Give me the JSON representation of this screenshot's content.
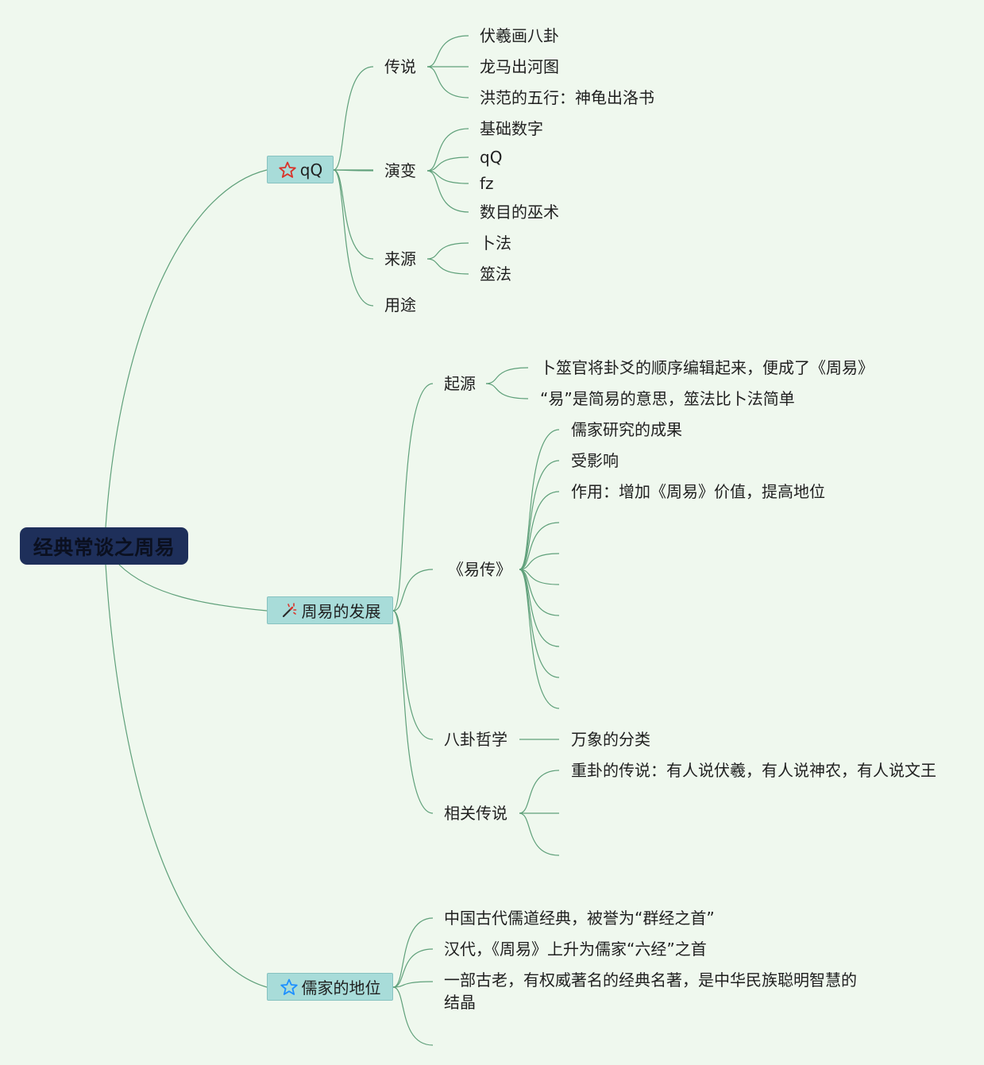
{
  "root": "经典常谈之周易",
  "icons": {
    "topic1": "star-outline-icon",
    "topic2": "magic-wand-icon",
    "topic3": "star-outline-icon"
  },
  "colors": {
    "background": "#eff8ee",
    "root": "#1e2f5a",
    "topic": "#a8dcd9",
    "line": "#5fa07a",
    "star_red": "#d9342b",
    "star_blue": "#1e90ff"
  },
  "topic1": {
    "label": "qQ",
    "branches": [
      {
        "label": "传说",
        "children": [
          "伏羲画八卦",
          "龙马出河图",
          "洪范的五行：神龟出洛书"
        ]
      },
      {
        "label": "演变",
        "children": [
          "基础数字",
          "qQ",
          "fz",
          "数目的巫术"
        ]
      },
      {
        "label": "来源",
        "children": [
          "卜法",
          "筮法"
        ]
      },
      {
        "label": "用途",
        "children": []
      }
    ]
  },
  "topic2": {
    "label": "周易的发展",
    "branches": [
      {
        "label": "起源",
        "children": [
          "卜筮官将卦爻的顺序编辑起来，便成了《周易》",
          "“易”是简易的意思，筮法比卜法简单"
        ]
      },
      {
        "label": "《易传》",
        "children": [
          "儒家研究的成果",
          "受影响",
          "作用：增加《周易》价值，提高地位",
          "",
          "",
          "",
          "",
          "",
          "",
          ""
        ]
      },
      {
        "label": "八卦哲学",
        "children": [
          "万象的分类"
        ]
      },
      {
        "label": "相关传说",
        "children": [
          "重卦的传说：有人说伏羲，有人说神农，有人说文王",
          "",
          ""
        ]
      }
    ]
  },
  "topic3": {
    "label": "儒家的地位",
    "items": [
      "中国古代儒道经典，被誉为“群经之首”",
      "汉代，《周易》上升为儒家“六经”之首",
      "一部古老，有权威著名的经典名著，是中华民族聪明智慧的结晶",
      ""
    ]
  }
}
